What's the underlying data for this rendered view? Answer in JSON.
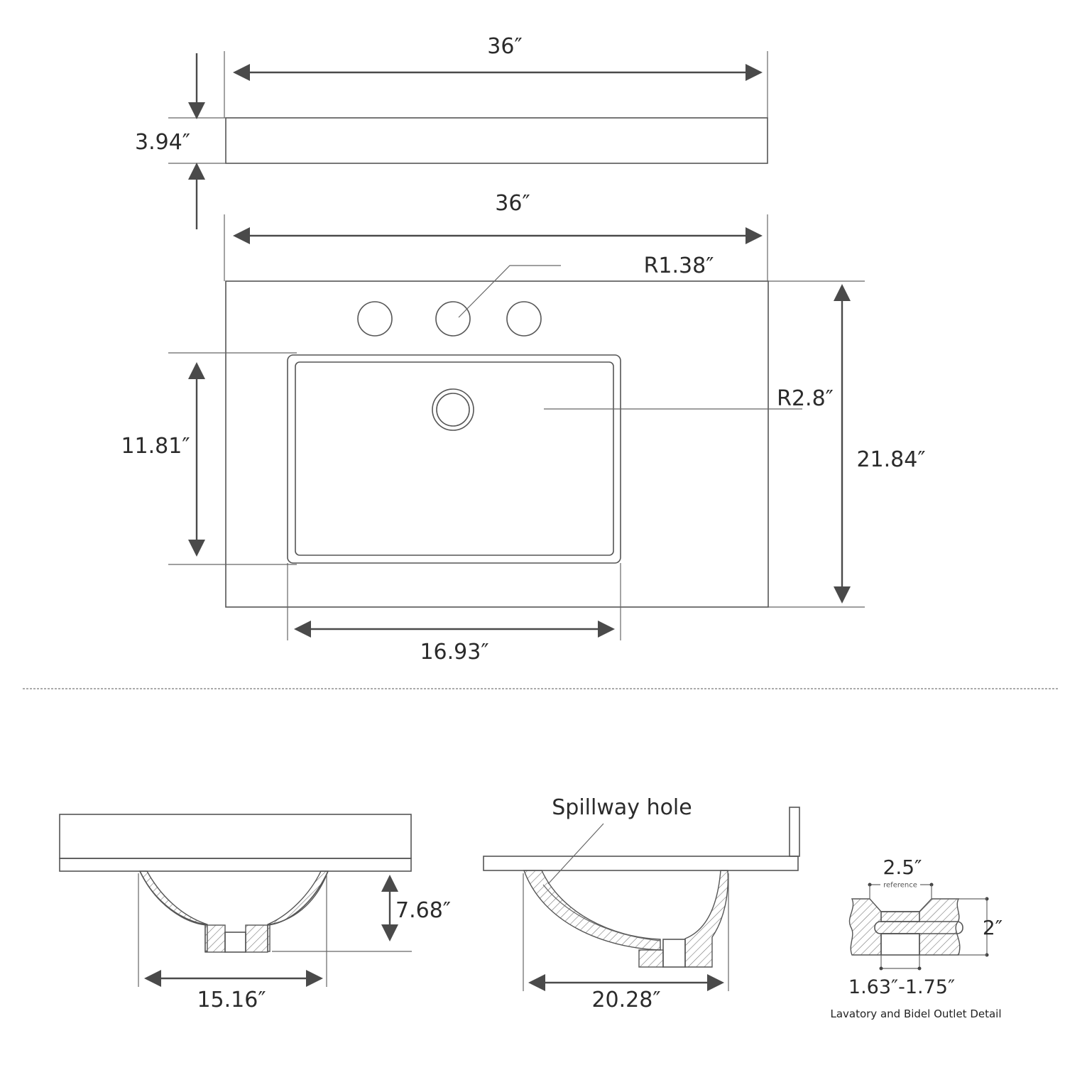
{
  "top_view": {
    "overall_width_top": "36″",
    "thickness": "3.94″",
    "overall_width": "36″",
    "faucet_hole_radius": "R1.38″",
    "bowl_corner_radius": "R2.8″",
    "overall_depth": "21.84″",
    "bowl_depth": "11.81″",
    "bowl_width": "16.93″"
  },
  "side_view": {
    "bowl_height": "7.68″",
    "bowl_width": "15.16″"
  },
  "section_view": {
    "spillway_label": "Spillway hole",
    "bowl_width": "20.28″"
  },
  "outlet_detail": {
    "top_width": "2.5″",
    "reference_label": "reference",
    "height": "2″",
    "drain_range": "1.63″-1.75″",
    "caption": "Lavatory and Bidel Outlet Detail"
  }
}
